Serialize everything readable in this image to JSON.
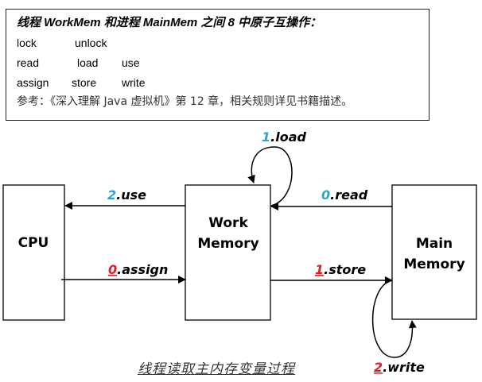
{
  "info_box": {
    "title": "线程 WorkMem 和进程 MainMem 之间 8 中原子互操作：",
    "rows": [
      [
        "lock",
        "unlock"
      ],
      [
        "read",
        "load",
        "use"
      ],
      [
        "assign",
        "store",
        "write"
      ]
    ],
    "reference": "参考：《深入理解 Java 虚拟机》第 12 章，相关规则详见书籍描述。"
  },
  "nodes": {
    "cpu": {
      "label": "CPU"
    },
    "work_memory": {
      "line1": "Work",
      "line2": "Memory"
    },
    "main_memory": {
      "line1": "Main",
      "line2": "Memory"
    }
  },
  "edges": {
    "use": {
      "num": "2",
      "text": ".use",
      "num_color": "#29a3d6",
      "underline": false
    },
    "assign": {
      "num": "0",
      "text": ".assign",
      "num_color": "#e01b24",
      "underline": true
    },
    "load": {
      "num": "1",
      "text": ".load",
      "num_color": "#29a3d6",
      "underline": false
    },
    "read": {
      "num": "0",
      "text": ".read",
      "num_color": "#29a3d6",
      "underline": false
    },
    "store": {
      "num": "1",
      "text": ".store",
      "num_color": "#e01b24",
      "underline": true
    },
    "write": {
      "num": "2",
      "text": ".write",
      "num_color": "#e01b24",
      "underline": true
    }
  },
  "caption": "线程读取主内存变量过程"
}
